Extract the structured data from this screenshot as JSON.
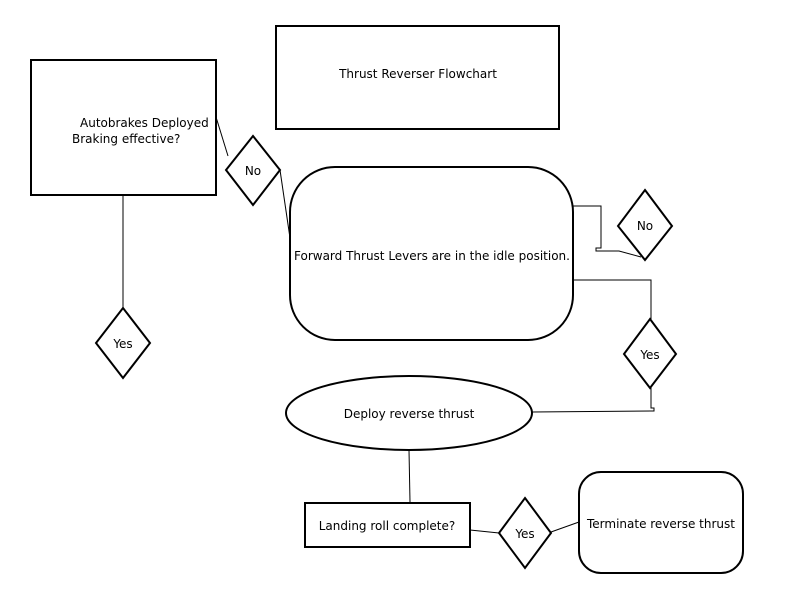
{
  "diagram": {
    "title": "Thrust Reverser Flowchart",
    "nodes": {
      "autobrakes_line1": "Autobrakes Deployed",
      "autobrakes_line2": "Braking effective?",
      "decision_no_1": "No",
      "decision_yes_1": "Yes",
      "forward_thrust": "Forward Thrust Levers are in the idle position.",
      "decision_no_2": "No",
      "decision_yes_2": "Yes",
      "deploy_reverse": "Deploy reverse thrust",
      "landing_roll": "Landing roll complete?",
      "decision_yes_3": "Yes",
      "terminate_reverse": "Terminate reverse thrust"
    }
  }
}
